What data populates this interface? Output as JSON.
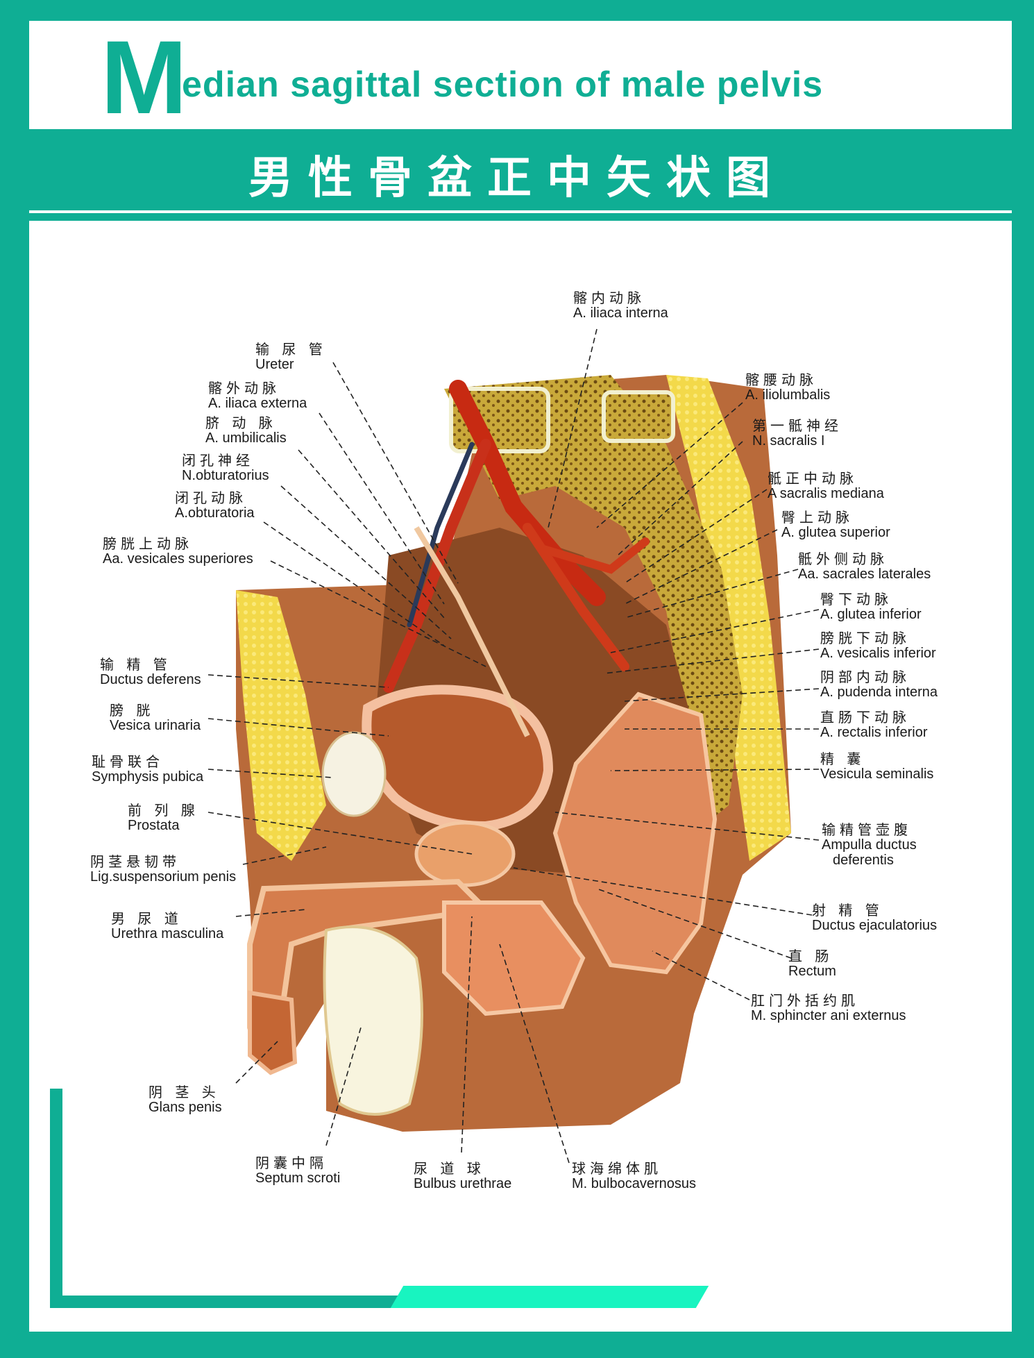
{
  "header": {
    "title_initial": "M",
    "title_rest": "edian sagittal section of male pelvis",
    "subtitle": "男性骨盆正中矢状图"
  },
  "labels": {
    "iliaca_interna": {
      "zh": "髂内动脉",
      "la": "A. iliaca interna"
    },
    "ureter": {
      "zh": "输 尿 管",
      "la": "Ureter"
    },
    "iliaca_externa": {
      "zh": "髂外动脉",
      "la": "A. iliaca  externa"
    },
    "umbilicalis": {
      "zh": "脐 动 脉",
      "la": "A. umbilicalis"
    },
    "obturatorius": {
      "zh": "闭孔神经",
      "la": "N.obturatorius"
    },
    "obturatoria": {
      "zh": "闭孔动脉",
      "la": "A.obturatoria"
    },
    "vesicales_sup": {
      "zh": "膀胱上动脉",
      "la": "Aa. vesicales  superiores"
    },
    "ductus_deferens": {
      "zh": "输 精 管",
      "la": "Ductus deferens"
    },
    "vesica": {
      "zh": "膀   胱",
      "la": "Vesica urinaria"
    },
    "symphysis": {
      "zh": "耻骨联合",
      "la": "Symphysis pubica"
    },
    "prostata": {
      "zh": "前 列 腺",
      "la": "Prostata"
    },
    "lig_susp": {
      "zh": "阴茎悬韧带",
      "la": "Lig.suspensorium penis"
    },
    "urethra": {
      "zh": "男 尿 道",
      "la": "Urethra  masculina"
    },
    "glans": {
      "zh": "阴 茎 头",
      "la": "Glans  penis"
    },
    "septum": {
      "zh": "阴囊中隔",
      "la": "Septum  scroti"
    },
    "bulbus": {
      "zh": "尿 道 球",
      "la": "Bulbus  urethrae"
    },
    "bulbocav": {
      "zh": "球海绵体肌",
      "la": "M.  bulbocavernosus"
    },
    "iliolumbalis": {
      "zh": "髂腰动脉",
      "la": "A.  iliolumbalis"
    },
    "sacralis_n": {
      "zh": "第一骶神经",
      "la": "N.  sacralis  I"
    },
    "sacralis_med": {
      "zh": "骶正中动脉",
      "la": "A  sacralis  mediana"
    },
    "glutea_sup": {
      "zh": "臀上动脉",
      "la": "A.  glutea  superior"
    },
    "sacrales_lat": {
      "zh": "骶外侧动脉",
      "la": "Aa.  sacrales  laterales"
    },
    "glutea_inf": {
      "zh": "臀下动脉",
      "la": "A.  glutea  inferior"
    },
    "vesicalis_inf": {
      "zh": "膀胱下动脉",
      "la": "A.  vesicalis  inferior"
    },
    "pudenda": {
      "zh": "阴部内动脉",
      "la": "A.  pudenda    interna"
    },
    "rectalis": {
      "zh": "直肠下动脉",
      "la": "A.  rectalis  inferior"
    },
    "vesicula": {
      "zh": "精   囊",
      "la": "Vesicula seminalis"
    },
    "ampulla": {
      "zh": "输精管壶腹",
      "la": "Ampulla  ductus",
      "la2": "deferentis"
    },
    "ejaculatorius": {
      "zh": "射 精 管",
      "la": "Ductus  ejaculatorius"
    },
    "rectum": {
      "zh": "直   肠",
      "la": "Rectum"
    },
    "sphincter": {
      "zh": "肛门外括约肌",
      "la": "M.  sphincter  ani  externus"
    }
  }
}
